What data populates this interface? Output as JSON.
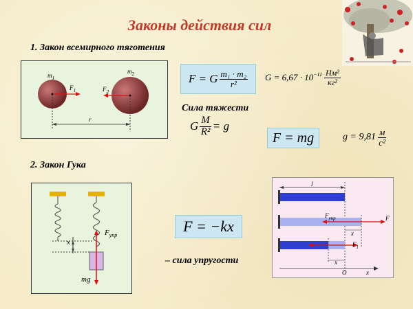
{
  "title": "Законы действия сил",
  "section1": {
    "heading": "1. Закон всемирного тяготения",
    "diagram": {
      "m1": "m",
      "m1_sub": "1",
      "m2": "m",
      "m2_sub": "2",
      "F1": "F",
      "F1_sub": "1",
      "F2": "F",
      "F2_sub": "2",
      "r": "r"
    },
    "formula": {
      "lhs": "F = G",
      "num": "m₁ · m₂",
      "den": "r²"
    },
    "G_const": {
      "lhs": "G = 6,67 · 10",
      "exp": "−11",
      "num": "Нм²",
      "den": "кг²"
    },
    "gravity_label": "Сила тяжести",
    "gravity_formula": {
      "pre": "G",
      "num": "M",
      "den": "R²",
      "post": "= g"
    },
    "Fmg": "F = mg",
    "g_value": {
      "lhs": "g = 9,81",
      "num": "м",
      "den": "с²"
    }
  },
  "section2": {
    "heading": "2. Закон Гука",
    "spring_diagram": {
      "x": "x",
      "Fupr": "F",
      "Fupr_sub": "упр",
      "mg": "mg"
    },
    "hooke": "F = −kx",
    "elastic_label": "– сила упругости",
    "bar_diagram": {
      "l": "l",
      "F_upr": "F",
      "F_upr_sub": "упр",
      "F": "F",
      "x": "x",
      "F1": "F",
      "F1_sub": "1",
      "x2": "x",
      "O": "O",
      "axis": "x"
    }
  },
  "colors": {
    "title": "#c0392b",
    "arrow": "#d11",
    "sphere": "#8b3a3a",
    "bar": "#2f3fd0"
  }
}
